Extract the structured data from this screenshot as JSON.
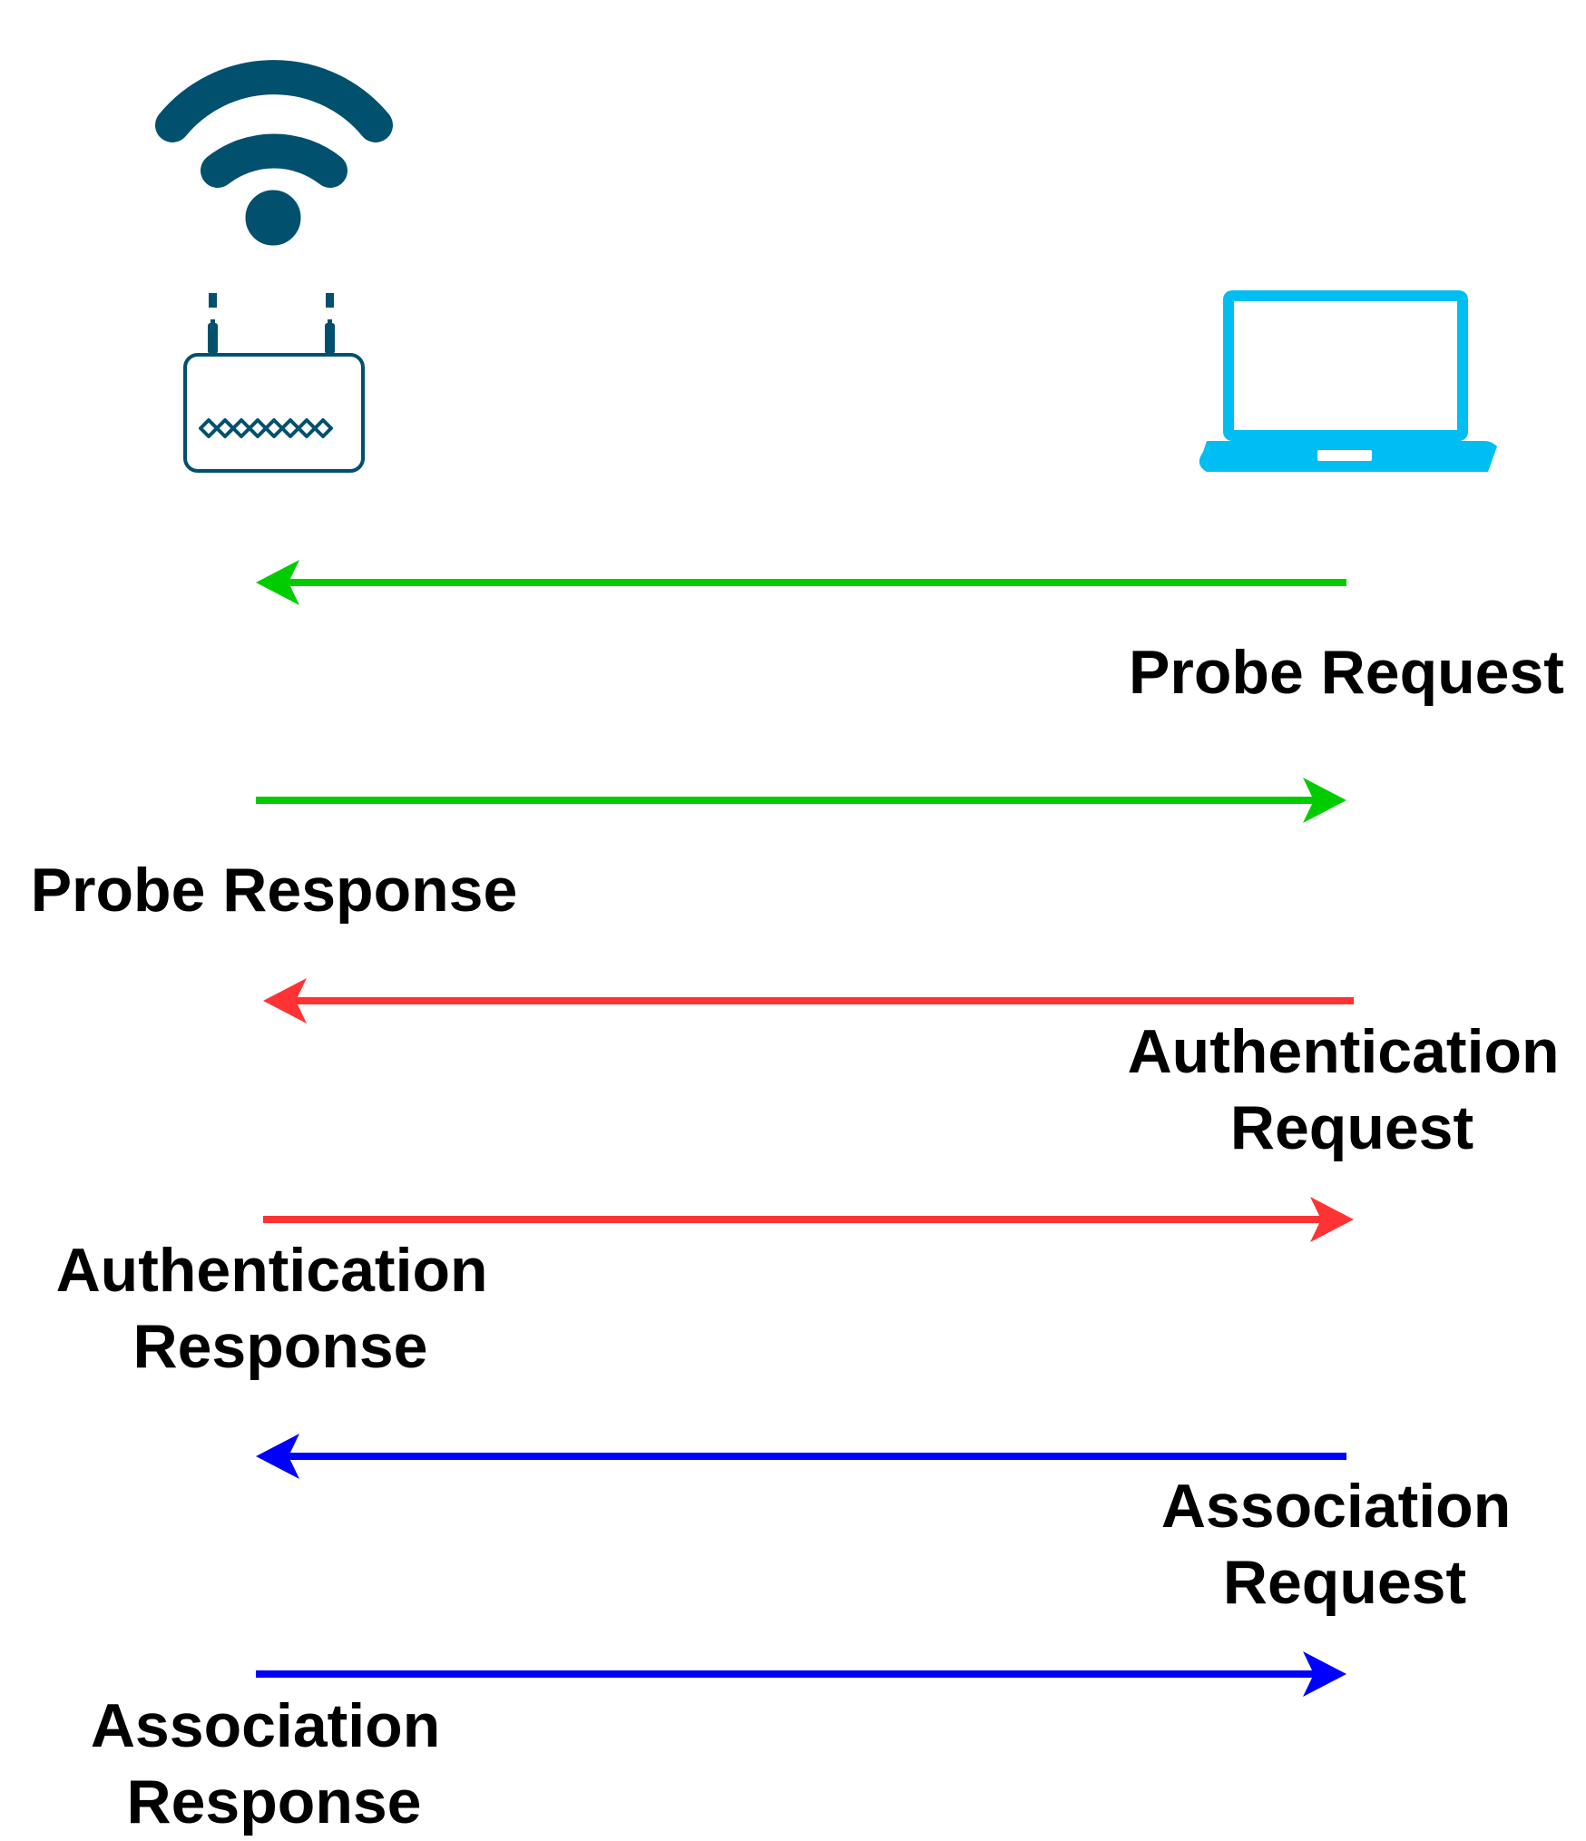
{
  "colors": {
    "wifi_icon": "#00506E",
    "router_icon": "#00506E",
    "laptop_icon": "#00BEF2",
    "probe_arrows": "#00CC00",
    "authentication_arrows": "#FF3333",
    "association_arrows": "#0000FF",
    "label_text": "#000000"
  },
  "actors": {
    "access_point": {
      "icon": "router-icon",
      "signal_icon": "wifi-icon"
    },
    "client": {
      "icon": "laptop-icon"
    }
  },
  "messages": [
    {
      "id": "probe-request",
      "direction": "client-to-ap",
      "color_key": "probe_arrows",
      "label_lines": [
        "Probe Request"
      ]
    },
    {
      "id": "probe-response",
      "direction": "ap-to-client",
      "color_key": "probe_arrows",
      "label_lines": [
        "Probe Response"
      ]
    },
    {
      "id": "authentication-request",
      "direction": "client-to-ap",
      "color_key": "authentication_arrows",
      "label_lines": [
        "Authentication",
        "Request"
      ]
    },
    {
      "id": "authentication-response",
      "direction": "ap-to-client",
      "color_key": "authentication_arrows",
      "label_lines": [
        "Authentication",
        "Response"
      ]
    },
    {
      "id": "association-request",
      "direction": "client-to-ap",
      "color_key": "association_arrows",
      "label_lines": [
        "Association",
        "Request"
      ]
    },
    {
      "id": "association-response",
      "direction": "ap-to-client",
      "color_key": "association_arrows",
      "label_lines": [
        "Association",
        "Response"
      ]
    }
  ]
}
